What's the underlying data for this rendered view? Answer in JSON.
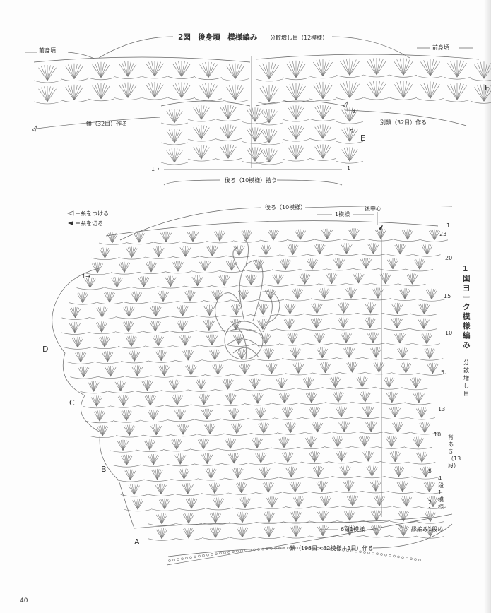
{
  "diagram2": {
    "title": "2図　後身頃　模様編み",
    "subtitle": "分散増し目（12模様）",
    "left_label": "前身頃",
    "right_label": "前身頃",
    "left_chain_note": "鎖（32目）作る",
    "right_chain_note": "別鎖（32目）作る",
    "bottom_note": "後ろ（10模様）拾う",
    "row_label_1_left": "1→",
    "row_label_5": "5",
    "row_label_1_right": "1",
    "label_E_1": "E",
    "label_E_2": "E",
    "row_label_8": "8"
  },
  "legend": {
    "attach": "＝糸をつける",
    "cut": "＝糸を切る"
  },
  "diagram1": {
    "top_note": "後ろ（10模様）",
    "one_pattern": "1模様",
    "back_center": "後中心",
    "title_lines": [
      "1",
      "図",
      "ヨ",
      "ー",
      "ク",
      "模",
      "様",
      "編",
      "み"
    ],
    "subtitle_lines": [
      "分",
      "散",
      "増",
      "し",
      "目"
    ],
    "letters": {
      "D": "D",
      "C": "C",
      "B": "B",
      "A": "A"
    },
    "row_numbers": [
      "1",
      "23",
      "20",
      "15",
      "10",
      "5",
      "13",
      "10",
      "5",
      "2",
      "1"
    ],
    "left_row_1": "1→",
    "opening_note": [
      "背",
      "あ",
      "き",
      "（13",
      "段）"
    ],
    "repeat_note": [
      "4",
      "段",
      "1",
      "模",
      "様"
    ],
    "six_rows": "6目1模様",
    "edge_note": "縁編み1段め",
    "bottom_chain": "鎖（193目・32模様＋1目）作る"
  },
  "page_number": "40",
  "colors": {
    "line": "#777777",
    "text": "#333333",
    "paper": "#fdfdfd"
  }
}
